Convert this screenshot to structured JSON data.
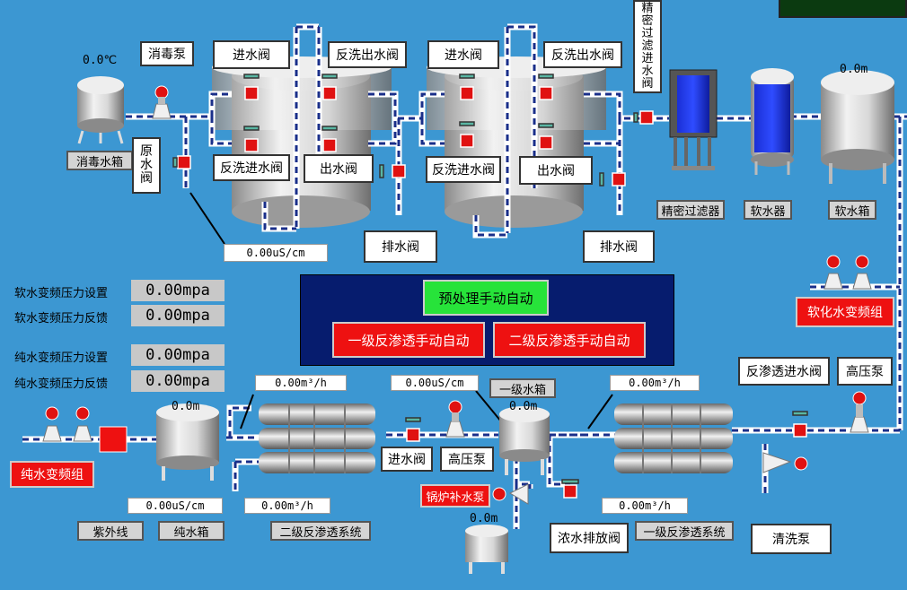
{
  "labels": {
    "disinfect_pump": "消毒泵",
    "disinfect_tank": "消毒水箱",
    "raw_valve": [
      "原",
      "水",
      "阀"
    ],
    "inlet_valve_1": "进水阀",
    "backwash_out_1": "反洗出水阀",
    "backwash_in_1": "反洗进水阀",
    "outlet_valve_1": "出水阀",
    "drain_valve_1": "排水阀",
    "inlet_valve_2": "进水阀",
    "backwash_out_2": "反洗出水阀",
    "backwash_in_2": "反洗进水阀",
    "outlet_valve_2": "出水阀",
    "drain_valve_2": "排水阀",
    "precision_inlet": [
      "精",
      "密",
      "过",
      "滤",
      "进",
      "水",
      "阀"
    ],
    "precision_filter": "精密过滤器",
    "softener": "软水器",
    "soft_tank": "软水箱",
    "soft_freq_group": "软化水变频组",
    "ro_inlet_valve": "反渗透进水阀",
    "hp_pump_right": "高压泵",
    "tank1": "一级水箱",
    "inlet_valve_mid": "进水阀",
    "hp_pump_mid": "高压泵",
    "boiler_pump": "锅炉补水泵",
    "conc_drain": "浓水排放阀",
    "ro1_system": "一级反渗透系统",
    "clean_pump": "清洗泵",
    "pure_freq_group": "纯水变频组",
    "uv": "紫外线",
    "pure_tank": "纯水箱",
    "ro2_system": "二级反渗透系统"
  },
  "readings": {
    "disinfect_temp": "0.0℃",
    "soft_tank_level": "0.0m",
    "pure_tank_level": "0.0m",
    "tank1_level": "0.0m",
    "boiler_tank_level": "0.0m",
    "cond_pre": "0.00uS/cm",
    "flow_ro2_in": "0.00m³/h",
    "cond_tank1": "0.00uS/cm",
    "flow_ro1_in": "0.00m³/h",
    "cond_pure": "0.00uS/cm",
    "flow_ro2_out": "0.00m³/h",
    "flow_ro1_out": "0.00m³/h"
  },
  "settings": [
    {
      "label": "软水变频压力设置",
      "value": "0.00mpa"
    },
    {
      "label": "软水变频压力反馈",
      "value": "0.00mpa"
    },
    {
      "label": "纯水变频压力设置",
      "value": "0.00mpa"
    },
    {
      "label": "纯水变频压力反馈",
      "value": "0.00mpa"
    }
  ],
  "controls": {
    "pretreat": "预处理手动自动",
    "ro1": "一级反渗透手动自动",
    "ro2": "二级反渗透手动自动"
  },
  "colors": {
    "background": "#3c97d2",
    "pipe": "#ffffff",
    "pipe_dash": "#1a2f8a",
    "ctrl_panel": "#061c6e",
    "auto_green": "#27e33a",
    "alarm_red": "#ee1111"
  }
}
